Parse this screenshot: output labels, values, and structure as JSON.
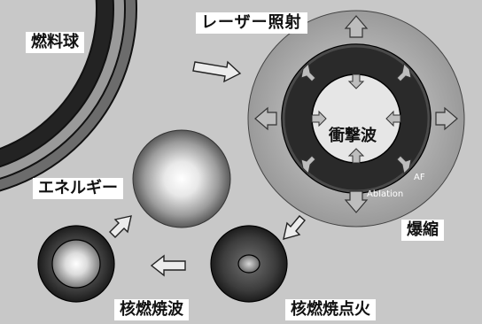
{
  "labels": {
    "fuel_pellet": "燃料球",
    "laser_irradiation": "レーザー照射",
    "shock_wave": "衝撃波",
    "implosion": "爆縮",
    "energy": "エネルギー",
    "nuclear_burn_wave": "核燃焼波",
    "nuclear_burn_ignition": "核燃焼点火",
    "af": "AF",
    "ablation": "Ablation"
  },
  "colors": {
    "background": "#c8c8c8",
    "label_background": "#ffffff",
    "shell_dark": "#2a2a2a",
    "arrow_fill": "#bdbdbd"
  }
}
